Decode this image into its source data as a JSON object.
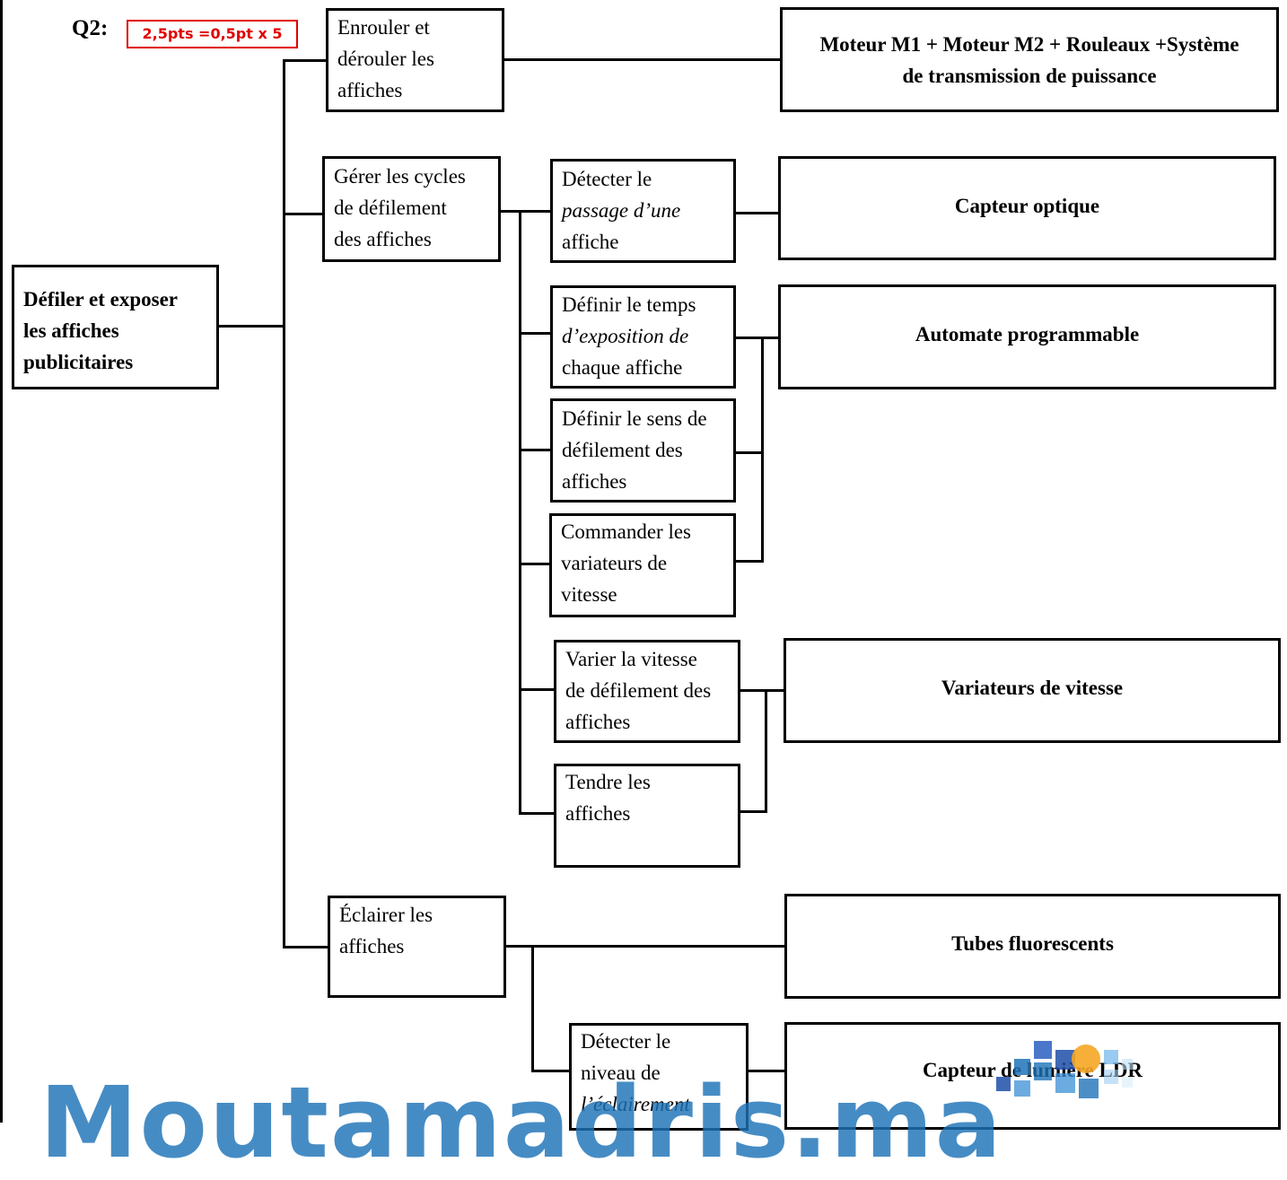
{
  "header": {
    "question": "Q2:",
    "points": "2,5pts =0,5pt x 5"
  },
  "main_function": {
    "line1": "Défiler et exposer",
    "line2": "les affiches",
    "line3": "publicitaires"
  },
  "functions": [
    {
      "lines": [
        "Enrouler et",
        "dérouler les",
        "affiches"
      ]
    },
    {
      "lines": [
        "Gérer les cycles",
        "de défilement",
        "des affiches"
      ]
    },
    {
      "lines": [
        "Éclairer les",
        "affiches"
      ]
    }
  ],
  "sub_functions": [
    {
      "lines": [
        "Détecter le",
        "passage d’une",
        "affiche"
      ]
    },
    {
      "lines": [
        "Définir le temps",
        "d’exposition de",
        "chaque affiche"
      ]
    },
    {
      "lines": [
        "Définir le sens de",
        "défilement des",
        "affiches"
      ]
    },
    {
      "lines": [
        "Commander les",
        "variateurs de",
        "vitesse"
      ]
    },
    {
      "lines": [
        "Varier la vitesse",
        "de défilement des",
        "affiches"
      ]
    },
    {
      "lines": [
        "Tendre les",
        "affiches"
      ]
    },
    {
      "lines": [
        "Détecter le",
        "niveau de",
        "l’éclairement"
      ]
    }
  ],
  "solutions": [
    {
      "line1": "Moteur M1 + Moteur M2 + Rouleaux +Système",
      "line2": "de transmission de puissance"
    },
    {
      "line1": "Capteur optique"
    },
    {
      "line1": "Automate programmable"
    },
    {
      "line1": "Variateurs de vitesse"
    },
    {
      "line1": "Tubes fluorescents"
    },
    {
      "line1": "Capteur de lumière LDR"
    }
  ],
  "watermark": {
    "text": "Moutamadris.ma"
  },
  "colors": {
    "red": "#e00000",
    "watermark_blue": "#1e73b8",
    "line": "#000000"
  }
}
